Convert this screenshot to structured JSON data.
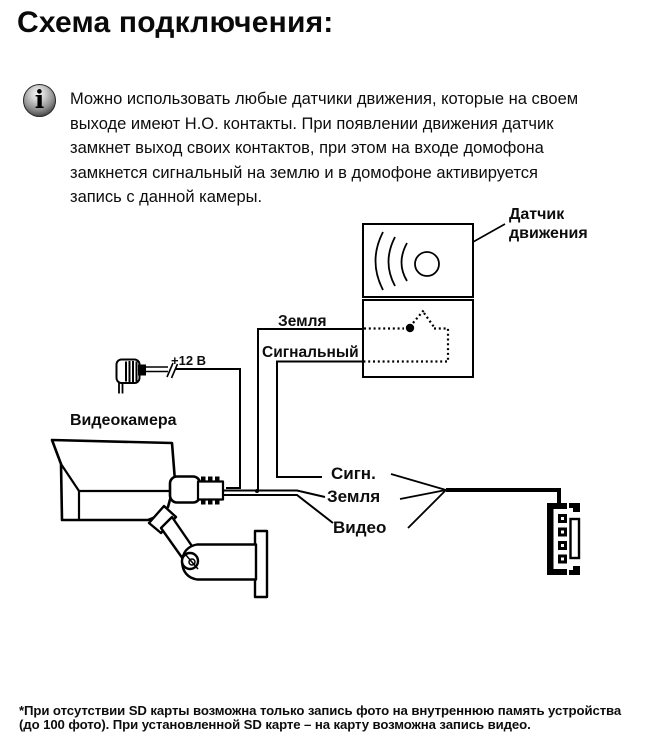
{
  "title": "Схема подключения:",
  "note": {
    "icon_glyph": "i",
    "text": "Можно использовать любые датчики движения, которые на своем\nвыходе имеют Н.О. контакты. При появлении движения датчик\nзамкнет выход своих контактов, при этом на входе домофона\nзамкнется сигнальный на землю и в домофоне активируется\nзапись с данной камеры."
  },
  "diagram": {
    "line_color": "#000000",
    "labels": {
      "motion_sensor": "Датчик\nдвижения",
      "sensor_ground": "Земля",
      "sensor_signal": "Сигнальный",
      "power": "+12 В",
      "camera": "Видеокамера",
      "wire_signal": "Сигн.",
      "wire_ground": "Земля",
      "wire_video": "Видео"
    }
  },
  "footnote": "*При отсутствии SD карты возможна только запись фото на внутреннюю память устройства\n(до 100 фото). При установленной SD карте – на карту возможна запись видео."
}
